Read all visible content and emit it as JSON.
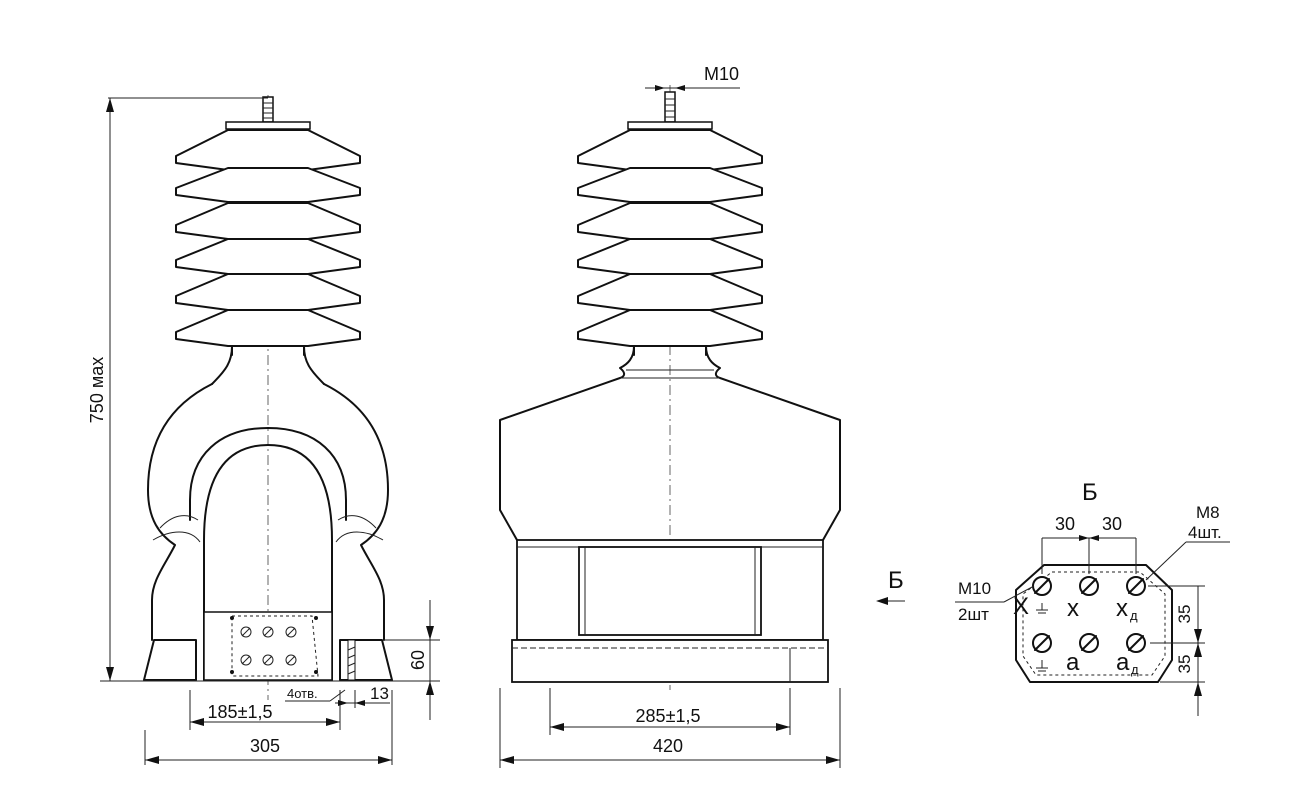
{
  "labels": {
    "height_dim": "750 мах",
    "terminal_thread": "М10",
    "front_base_width": "185±1,5",
    "front_total_width": "305",
    "front_base_height": "60",
    "front_hole_size": "13",
    "holes_note": "4отв.",
    "side_base_width": "285±1,5",
    "side_total_width": "420",
    "view_marker": "Б",
    "view_title": "Б",
    "spacing_1": "30",
    "spacing_2": "30",
    "m8_thread": "М8",
    "m8_count": "4шт.",
    "m10_thread": "М10",
    "m10_count": "2шт",
    "term_X": "X",
    "term_x": "x",
    "term_xd": "x",
    "term_xd_sub": "д",
    "term_a": "a",
    "term_ad": "a",
    "term_ad_sub": "д",
    "row_dim_1": "35",
    "row_dim_2": "35"
  }
}
